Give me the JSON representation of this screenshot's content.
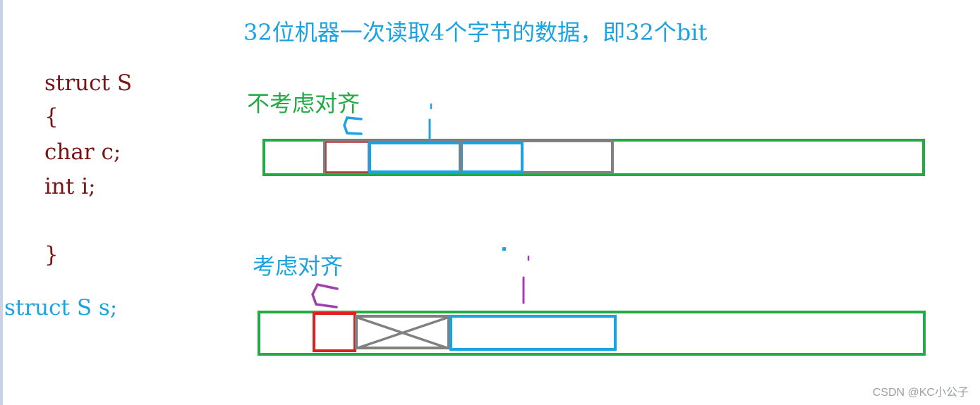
{
  "title": {
    "text": "32位机器一次读取4个字节的数据，即32个bit",
    "color": "#1aa3e0"
  },
  "code": {
    "color": "#7a1414",
    "declaration_color": "#1aa3e0",
    "lines": [
      "struct S",
      "{",
      "char c;",
      "int i;",
      "}"
    ],
    "declaration": "struct S s;"
  },
  "unaligned": {
    "label": "不考虑对齐",
    "label_color": "#22aa44",
    "c_label": "c",
    "c_color": "#1aa3e0",
    "i_label": "i",
    "i_color": "#1aa3e0"
  },
  "aligned": {
    "label": "考虑对齐",
    "label_color": "#1aa3e0",
    "c_label": "c",
    "c_color": "#a040b0",
    "i_label": "i",
    "i_color": "#a040b0"
  },
  "colors": {
    "outer_box": "#22aa44",
    "char_cell_unaligned": "#b03030",
    "char_cell_aligned": "#e02020",
    "int_cell": "#1aa3e0",
    "gray_cell": "#808080"
  },
  "watermark": "CSDN @KC小公子"
}
